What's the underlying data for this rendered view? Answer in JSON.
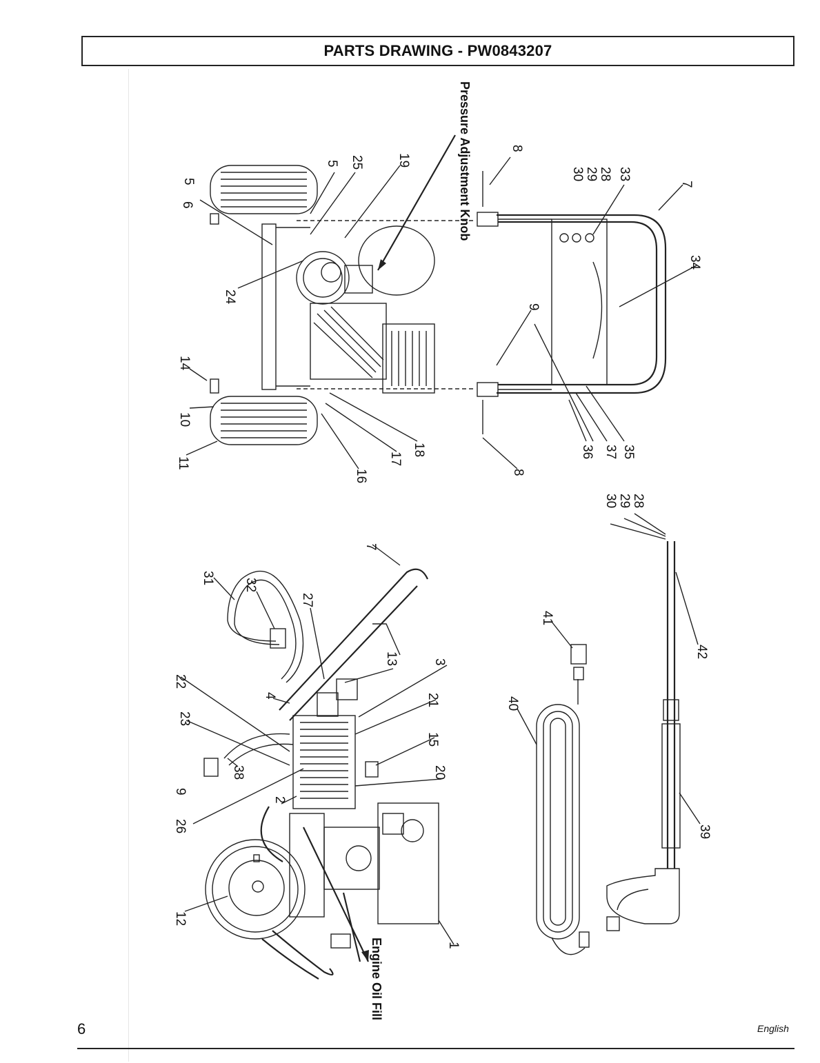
{
  "title": "PARTS DRAWING - PW0843207",
  "callouts": {
    "pressure_adjustment_knob": "Pressure Adjustment Knob",
    "engine_oil_fill": "Engine Oil Fill"
  },
  "top_view_labels": [
    "7",
    "34",
    "33",
    "28",
    "29",
    "30",
    "8",
    "19",
    "25",
    "5",
    "5",
    "6",
    "24",
    "9",
    "14",
    "10",
    "11",
    "16",
    "17",
    "18",
    "8",
    "35",
    "37",
    "36"
  ],
  "side_view_labels": [
    "28",
    "29",
    "30",
    "42",
    "41",
    "40",
    "39",
    "7",
    "32",
    "31",
    "27",
    "13",
    "3",
    "4",
    "21",
    "15",
    "20",
    "22",
    "23",
    "38",
    "9",
    "2",
    "26",
    "12",
    "1"
  ],
  "footer": {
    "page_number": "6",
    "language": "English"
  }
}
